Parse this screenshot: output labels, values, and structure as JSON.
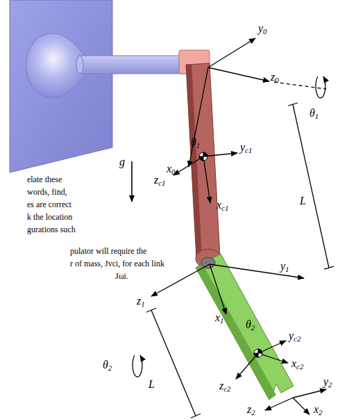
{
  "diagram": {
    "labels": [
      "y0",
      "z0",
      "θ1",
      "x0",
      "L",
      "θ1",
      "yc1",
      "zc1",
      "xc1",
      "g",
      "y1",
      "z1",
      "x1",
      "θ2",
      "θ2",
      "yc2",
      "L",
      "xc2",
      "zc2",
      "y2",
      "z2",
      "x2",
      "elate these",
      "words, find,",
      "es are correct",
      "k the location",
      "gurations such",
      "pulator will require the",
      "r of mass, Jvci, for each link",
      "Jωi."
    ]
  }
}
